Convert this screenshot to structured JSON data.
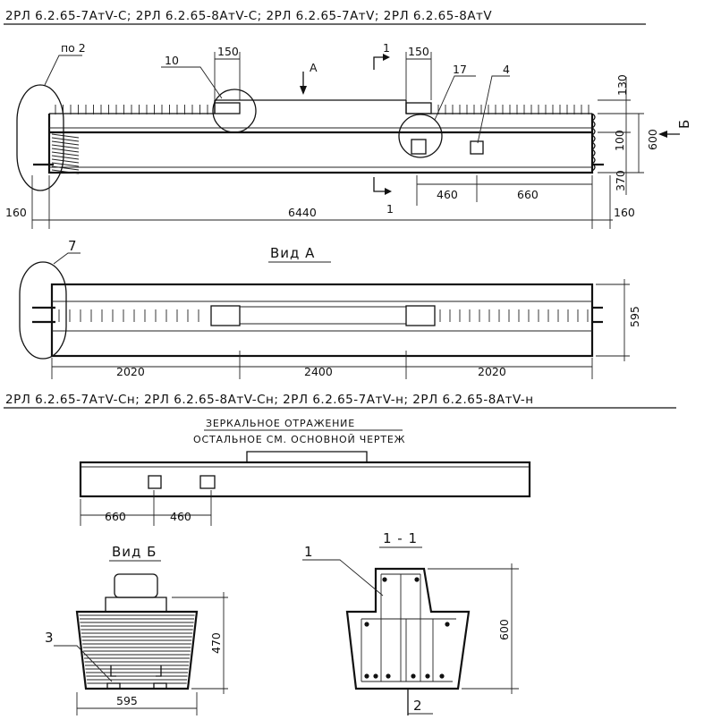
{
  "header": {
    "top_title": "2РЛ 6.2.65-7АтV-С;  2РЛ 6.2.65-8АтV-С;  2РЛ 6.2.65-7АтV;  2РЛ 6.2.65-8АтV",
    "mirror_title": "2РЛ 6.2.65-7АтV-Сн;  2РЛ 6.2.65-8АтV-Сн;  2РЛ 6.2.65-7АтV-н;  2РЛ 6.2.65-8АтV-н",
    "mirror_note_1": "ЗЕРКАЛЬНОЕ  ОТРАЖЕНИЕ",
    "mirror_note_2": "ОСТАЛЬНОЕ  СМ.  ОСНОВНОЙ  ЧЕРТЕЖ"
  },
  "main_view": {
    "callout_node": "по 2",
    "callout_10": "10",
    "callout_17": "17",
    "callout_4": "4",
    "view_a_arrow": "А",
    "view_b_arrow": "Б",
    "section_mark": "1",
    "dim_150_left": "150",
    "dim_150_right": "150",
    "dim_130": "130",
    "dim_100": "100",
    "dim_370": "370",
    "dim_600": "600",
    "dim_460": "460",
    "dim_660": "660",
    "dim_160_left": "160",
    "dim_160_right": "160",
    "dim_6440": "6440"
  },
  "view_a": {
    "title": "Вид  А",
    "callout_7": "7",
    "dim_595": "595",
    "dim_2020_left": "2020",
    "dim_2400": "2400",
    "dim_2020_right": "2020"
  },
  "mirror_view": {
    "dim_660": "660",
    "dim_460": "460"
  },
  "view_b": {
    "title": "Вид  Б",
    "callout_3": "3",
    "dim_470": "470",
    "dim_595": "595"
  },
  "section_1_1": {
    "title": "1 - 1",
    "callout_1": "1",
    "callout_2": "2",
    "dim_600": "600"
  }
}
